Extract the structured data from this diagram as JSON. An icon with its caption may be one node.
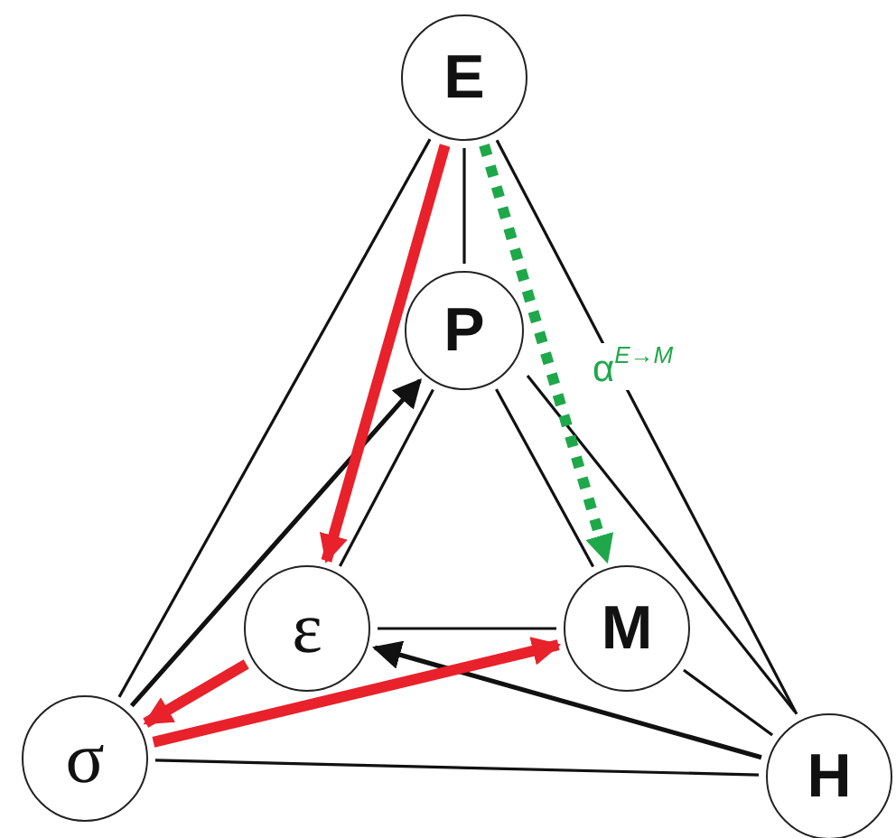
{
  "diagram": {
    "nodes": [
      {
        "text": [
          "E"
        ]
      },
      {
        "text": [
          "P"
        ]
      },
      {
        "text": [
          "ε"
        ]
      },
      {
        "text": [
          "M"
        ]
      },
      {
        "text": [
          "σ"
        ]
      },
      {
        "text": [
          "H"
        ]
      }
    ],
    "edges": [
      {
        "from": 0,
        "to": 1,
        "arrow": "none"
      },
      {
        "from": 0,
        "to": 4,
        "arrow": "none"
      },
      {
        "from": 0,
        "to": 5,
        "arrow": "none"
      },
      {
        "from": 1,
        "to": 2,
        "arrow": "none"
      },
      {
        "from": 1,
        "to": 3,
        "arrow": "none"
      },
      {
        "from": 1,
        "to": 5,
        "arrow": "none"
      },
      {
        "from": 2,
        "to": 3,
        "arrow": "none"
      },
      {
        "from": 3,
        "to": 5,
        "arrow": "none"
      },
      {
        "from": 4,
        "to": 5,
        "arrow": "none"
      },
      {
        "from": 4,
        "to": 1,
        "arrow": "to"
      },
      {
        "from": 5,
        "to": 2,
        "arrow": "to"
      },
      {
        "from": 0,
        "to": 2,
        "arrow": "to",
        "style": "thick",
        "color": "#e8212b"
      },
      {
        "from": 2,
        "to": 4,
        "arrow": "to",
        "style": "thick",
        "color": "#e8212b"
      },
      {
        "from": 4,
        "to": 3,
        "arrow": "to",
        "style": "thick",
        "color": "#e8212b"
      },
      {
        "from": 0,
        "to": 3,
        "arrow": "to",
        "style": "dashed",
        "color": "#1fa84a",
        "label": "α$^{E→M}$"
      }
    ]
  }
}
